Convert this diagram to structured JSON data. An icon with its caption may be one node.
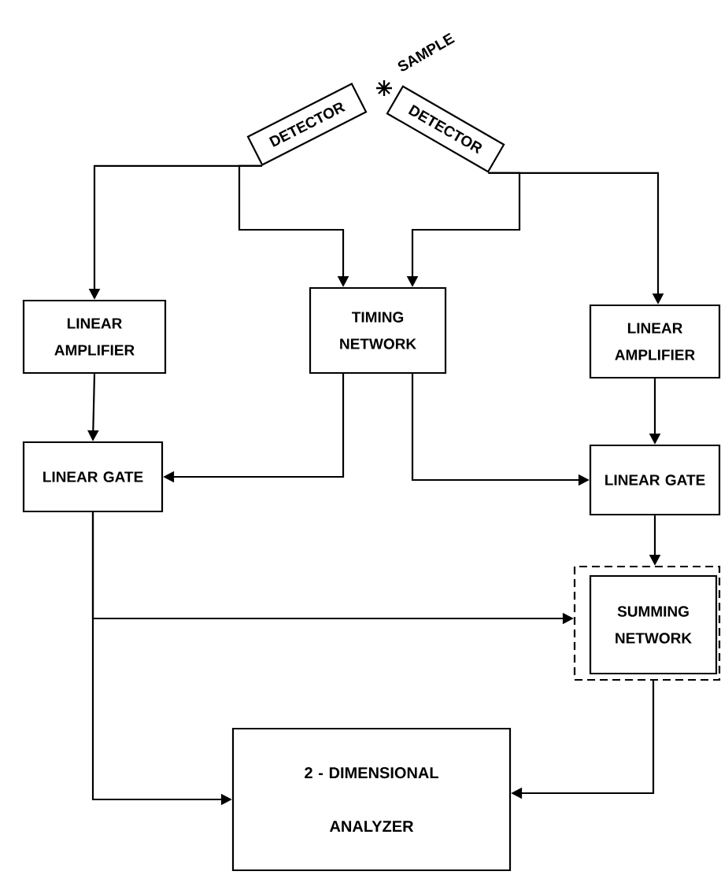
{
  "diagram": {
    "nodes": [
      {
        "text": [
          "DETECTOR"
        ]
      },
      {
        "text": [
          "DETECTOR"
        ]
      },
      {
        "text": [
          "LINEAR AMPLIFIER"
        ]
      },
      {
        "text": [
          "TIMING NETWORK"
        ]
      },
      {
        "text": [
          "LINEAR AMPLIFIER"
        ]
      },
      {
        "text": [
          "LINEAR GATE"
        ]
      },
      {
        "text": [
          "LINEAR GATE"
        ]
      },
      {
        "text": [],
        "shape": "box"
      },
      {
        "text": [
          "SUMMING NETWORK"
        ],
        "in": 7
      },
      {
        "text": [
          "2 - DIMENSIONAL ANALYZER"
        ]
      }
    ],
    "edges": [
      {
        "from": 0,
        "to": 2,
        "arrow": "to"
      },
      {
        "from": 0,
        "to": 3,
        "arrow": "to"
      },
      {
        "from": 1,
        "to": 3,
        "arrow": "to"
      },
      {
        "from": 1,
        "to": 4,
        "arrow": "to"
      },
      {
        "from": 2,
        "to": 5,
        "arrow": "to"
      },
      {
        "from": 3,
        "to": 5,
        "arrow": "to"
      },
      {
        "from": 3,
        "to": 6,
        "arrow": "to"
      },
      {
        "from": 4,
        "to": 6,
        "arrow": "to"
      },
      {
        "from": 6,
        "to": 7,
        "arrow": "to"
      },
      {
        "from": 5,
        "to": 9,
        "arrow": "to"
      },
      {
        "from": 5,
        "to": 7,
        "arrow": "to"
      },
      {
        "from": 7,
        "to": 9,
        "arrow": "to"
      }
    ],
    "labels": [
      "SAMPLE"
    ]
  }
}
